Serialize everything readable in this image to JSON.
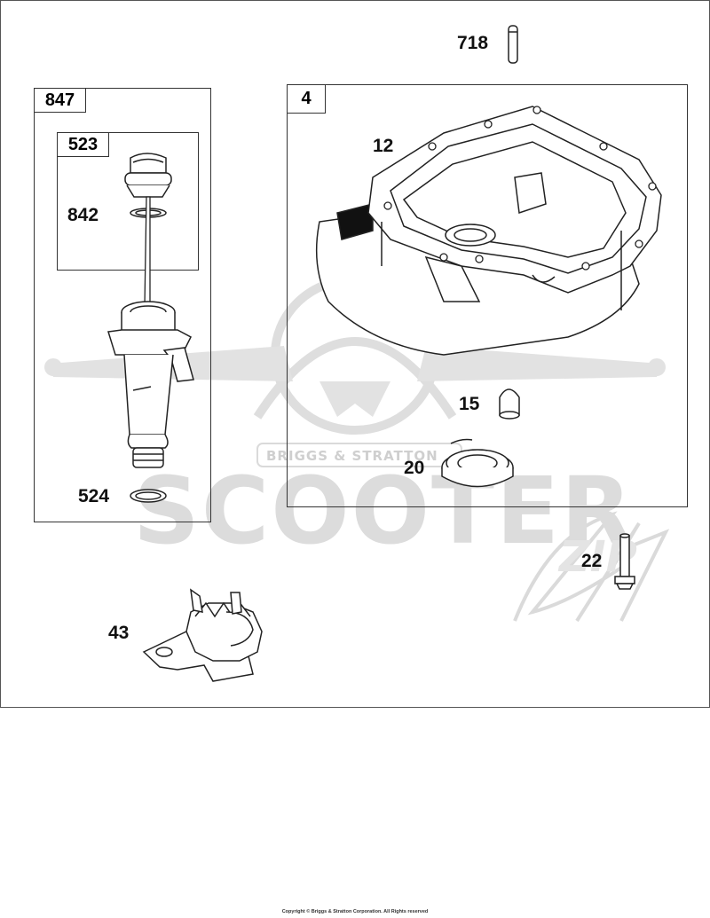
{
  "watermark": {
    "brand_badge": "BRIGGS & STRATTON",
    "word": "SCOOTER",
    "script": "ZIP"
  },
  "groups": [
    {
      "id": "847",
      "child": {
        "id": "523"
      }
    },
    {
      "id": "4"
    }
  ],
  "callouts": {
    "p718": "718",
    "p847": "847",
    "p523": "523",
    "p842": "842",
    "p524": "524",
    "p4": "4",
    "p12": "12",
    "p15": "15",
    "p20": "20",
    "p22": "22",
    "p43": "43"
  },
  "copyright": "Copyright © Briggs & Stratton Corporation. All Rights reserved",
  "colors": {
    "line": "#222222",
    "watermark": "#dcdcdc",
    "frame": "#555555"
  }
}
